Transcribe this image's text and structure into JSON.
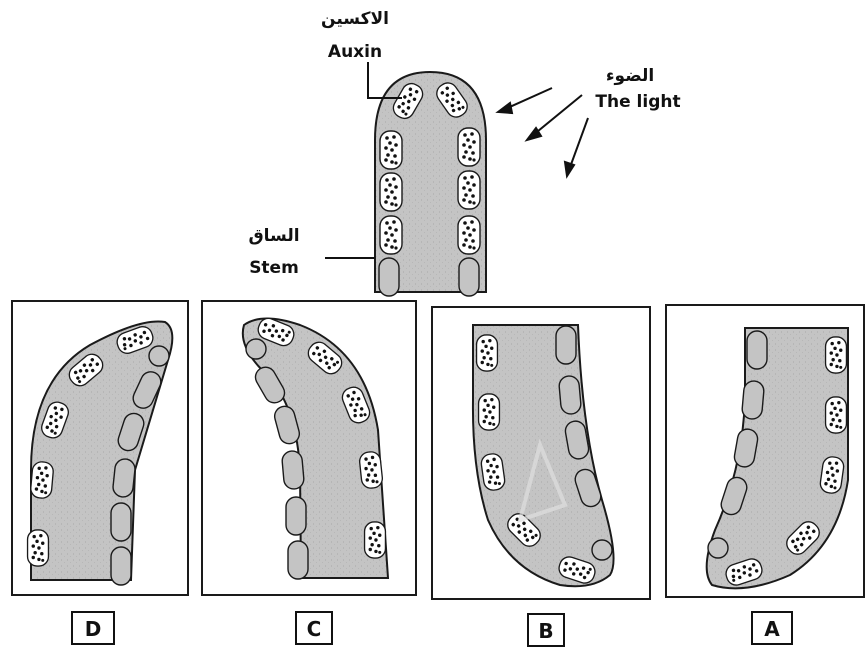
{
  "labels": {
    "auxin_ar": "الاكسين",
    "auxin_en": "Auxin",
    "light_ar": "الضوء",
    "light_en": "The light",
    "stem_ar": "الساق",
    "stem_en": "Stem"
  },
  "options": [
    "D",
    "C",
    "B",
    "A"
  ],
  "colors": {
    "tissue": "#c4c4c4",
    "cell_fill": "#ffffff",
    "outline": "#1a1a1a",
    "dot": "#111111"
  }
}
